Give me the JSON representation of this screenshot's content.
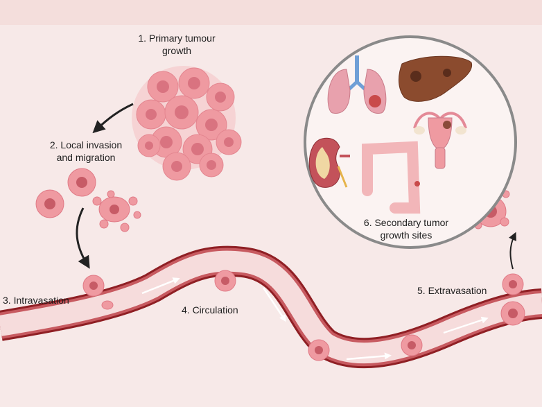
{
  "steps": {
    "s1_line1": "1.  Primary tumour",
    "s1_line2": "growth",
    "s2_line1": "2. Local invasion",
    "s2_line2": "and migration",
    "s3": "3. Intravasation",
    "s4": "4. Circulation",
    "s5": "5. Extravasation",
    "s6_line1": "6. Secondary tumor",
    "s6_line2": "growth sites"
  },
  "organs": [
    "lungs-icon",
    "liver-icon",
    "uterus-icon",
    "kidney-icon",
    "colon-icon"
  ],
  "colors": {
    "background": "#f7e9e8",
    "vessel_outer": "#8f1f24",
    "vessel_inner": "#c75a60",
    "cell_light": "#f1a7ad",
    "cell_mid": "#e9838c",
    "nucleus": "#c75b66",
    "circle_border": "#8a8a8a"
  }
}
